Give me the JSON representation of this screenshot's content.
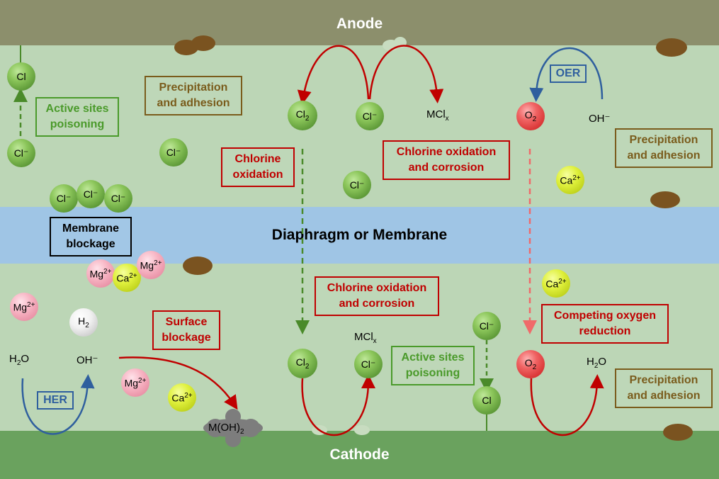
{
  "regions": {
    "anode": "Anode",
    "cathode": "Cathode",
    "membrane": "Diaphragm or Membrane"
  },
  "colors": {
    "electrode_top": "#8c8f6c",
    "electrolyte": "#bcd6b6",
    "membrane": "#9fc5e5",
    "electrode_bottom": "#6aa25e",
    "chlorine_arrow": "#c00000",
    "oer_her_arrow": "#2f5f9e",
    "cl_poison_arrow": "#4a8a2a",
    "o2_arrow": "#f06a6a"
  },
  "species": {
    "cl_adsorbed_anode": "Cl",
    "cl_minus": "Cl⁻",
    "cl2": "Cl",
    "cl2_sub": "2",
    "mcl": "MCl",
    "mcl_sub": "x",
    "o2": "O",
    "o2_sub": "2",
    "oh_minus": "OH⁻",
    "ca": "Ca",
    "ca_sup": "2+",
    "mg": "Mg",
    "mg_sup": "2+",
    "h2": "H",
    "h2_sub": "2",
    "h2o": "H",
    "h2o_sub": "2",
    "h2o_end": "O",
    "cl_adsorbed_cathode": "Cl",
    "moh": "M(OH)",
    "moh_sub": "2"
  },
  "labels": {
    "active_sites_poisoning": [
      "Active sites",
      "poisoning"
    ],
    "precipitation_adhesion": [
      "Precipitation",
      "and adhesion"
    ],
    "chlorine_oxidation": [
      "Chlorine",
      "oxidation"
    ],
    "chlorine_oxidation_corrosion": [
      "Chlorine oxidation",
      "and corrosion"
    ],
    "oer": "OER",
    "her": "HER",
    "membrane_blockage": [
      "Membrane",
      "blockage"
    ],
    "surface_blockage": [
      "Surface",
      "blockage"
    ],
    "competing_oxygen_reduction": [
      "Competing oxygen",
      "reduction"
    ]
  }
}
